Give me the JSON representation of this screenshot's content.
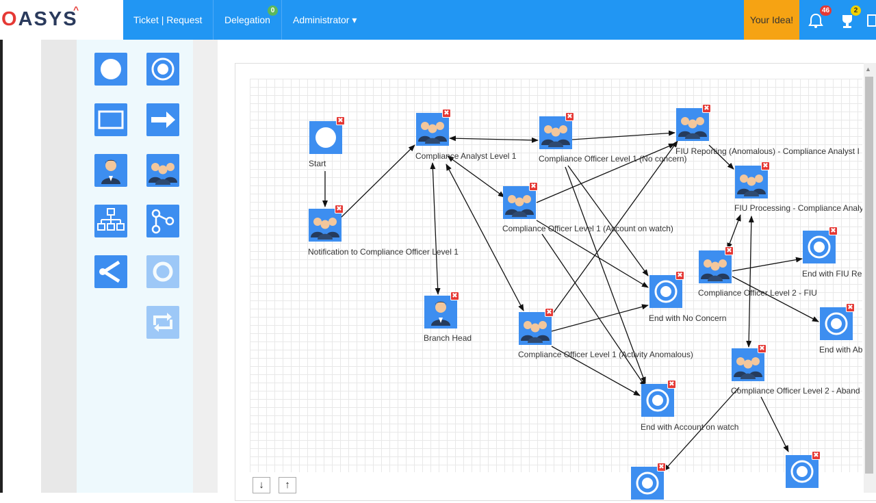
{
  "app": {
    "logo_text": "ASYS",
    "logo_o": "O",
    "logo_caret": "^"
  },
  "nav": {
    "ticket_request": "Ticket | Request",
    "delegation": "Delegation",
    "delegation_badge": "0",
    "administrator": "Administrator ▾",
    "your_idea": "Your Idea!",
    "notifications_badge": "46",
    "trophy_badge": "2"
  },
  "palette": {
    "items": [
      "start-event",
      "end-event",
      "task",
      "flow-arrow",
      "single-user",
      "user-group",
      "org-chart",
      "fork",
      "share",
      "loop",
      "repeat"
    ]
  },
  "workflow": {
    "nodes": [
      {
        "id": "start",
        "label": "Start",
        "icon": "start-event-icon"
      },
      {
        "id": "notify",
        "label": "Notification to Compliance Officer Level 1",
        "icon": "group-icon"
      },
      {
        "id": "analyst1",
        "label": "Compliance Analyst Level 1",
        "icon": "group-icon"
      },
      {
        "id": "officer_nc",
        "label": "Compliance Officer Level 1 (No concern)",
        "icon": "group-icon"
      },
      {
        "id": "officer_aow",
        "label": "Compliance Officer Level 1 (Account on watch)",
        "icon": "group-icon"
      },
      {
        "id": "branch_head",
        "label": "Branch Head",
        "icon": "person-icon"
      },
      {
        "id": "officer_aa",
        "label": "Compliance Officer Level 1 (Activity Anomalous)",
        "icon": "group-icon"
      },
      {
        "id": "fiu_reporting",
        "label": "FIU Reporting (Anomalous) - Compliance Analyst I",
        "icon": "group-icon"
      },
      {
        "id": "fiu_processing",
        "label": "FIU Processing - Compliance Analy",
        "icon": "group-icon"
      },
      {
        "id": "officer2_fiu",
        "label": "Compliance Officer Level 2 - FIU",
        "icon": "group-icon"
      },
      {
        "id": "officer2_aband",
        "label": "Compliance Officer Level 2 - Aband",
        "icon": "group-icon"
      },
      {
        "id": "end_nc",
        "label": "End with No Concern",
        "icon": "end-event-icon"
      },
      {
        "id": "end_aow",
        "label": "End with Account on watch",
        "icon": "end-event-icon"
      },
      {
        "id": "end_fiu",
        "label": "End with FIU Re",
        "icon": "end-event-icon"
      },
      {
        "id": "end_ab",
        "label": "End with Ab",
        "icon": "end-event-icon"
      },
      {
        "id": "end_bottom1",
        "label": "",
        "icon": "end-event-icon"
      },
      {
        "id": "end_bottom2",
        "label": "",
        "icon": "end-event-icon"
      }
    ]
  },
  "controls": {
    "move_down": "↓",
    "move_up": "↑",
    "delete_mark": "✖"
  },
  "colors": {
    "nav_blue": "#2196f3",
    "node_blue": "#3d8ef0",
    "idea_orange": "#f6a313",
    "delete_red": "#e53935"
  }
}
